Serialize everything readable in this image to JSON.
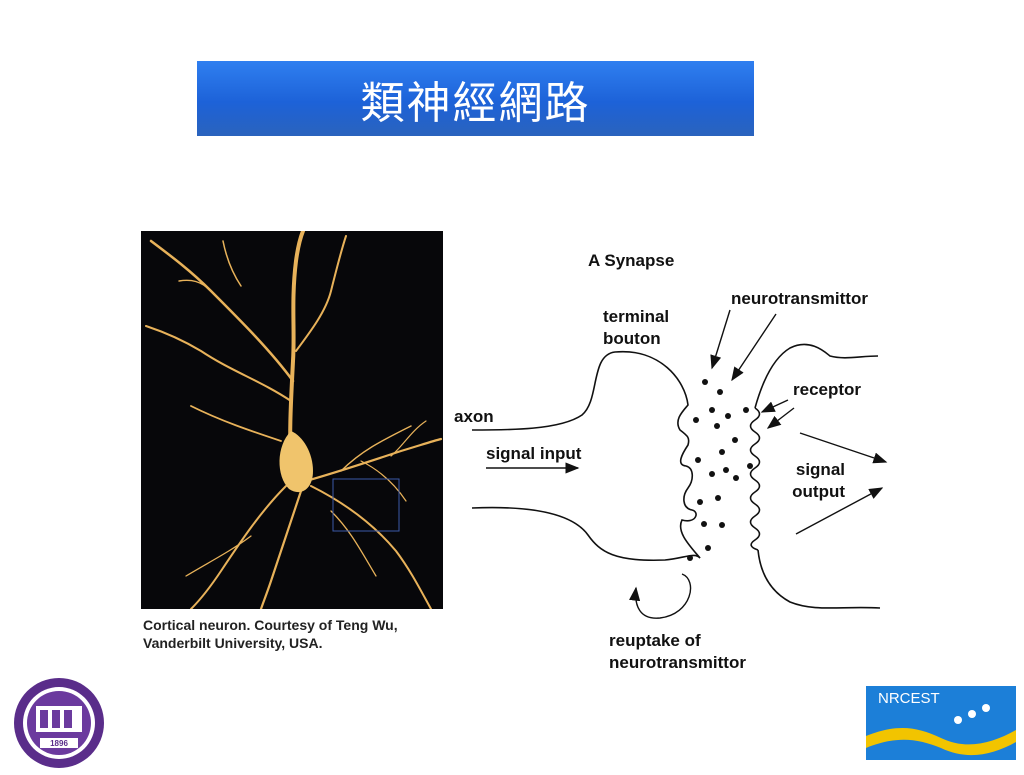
{
  "slide": {
    "title": "類神經網路"
  },
  "photo": {
    "caption_line1": "Cortical neuron. Courtesy of Teng Wu,",
    "caption_line2": "Vanderbilt University, USA."
  },
  "synapse_diagram": {
    "title": "A Synapse",
    "labels": {
      "neurotransmittor": "neurotransmittor",
      "terminal": "terminal",
      "bouton": "bouton",
      "receptor": "receptor",
      "axon": "axon",
      "signal_input": "signal input",
      "signal": "signal",
      "output": "output",
      "reuptake_of": "reuptake of",
      "neurotransmittor_bottom": "neurotransmittor"
    }
  },
  "logos": {
    "left_year": "1896",
    "right_name": "NRCEST"
  }
}
